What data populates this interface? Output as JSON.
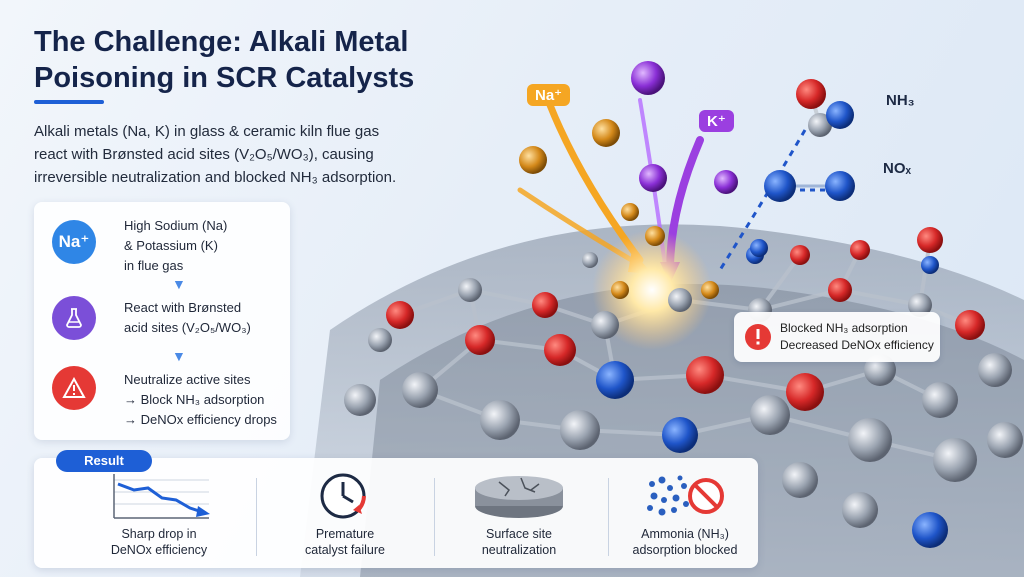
{
  "title": "The Challenge: Alkali Metal Poisoning in SCR Catalysts",
  "intro": "Alkali metals (Na, K) in glass & ceramic kiln flue gas react with Brønsted acid sites (V₂O₅/WO₃), causing irreversible neutralization and blocked NH₃ adsorption.",
  "steps": [
    {
      "icon_text": "Na⁺",
      "line1": "High Sodium (Na)",
      "line2": "& Potassium (K)",
      "line3": "in flue gas"
    },
    {
      "icon_name": "flask-icon",
      "line1": "React with Brønsted",
      "line2": "acid sites (V₂O₅/WO₃)"
    },
    {
      "icon_name": "warning-icon",
      "line1": "Neutralize active sites",
      "line2": "→ Block NH₃ adsorption",
      "line3": "→ DeNOx efficiency drops"
    }
  ],
  "result": {
    "tag": "Result",
    "items": [
      {
        "line1": "Sharp drop in",
        "line2": "DeNOx efficiency"
      },
      {
        "line1": "Premature",
        "line2": "catalyst failure"
      },
      {
        "line1": "Surface site",
        "line2": "neutralization"
      },
      {
        "line1": "Ammonia (NH₃)",
        "line2": "adsorption blocked"
      }
    ]
  },
  "illustration": {
    "na_badge": "Na⁺",
    "k_badge": "K⁺",
    "nh3_label": "NH₃",
    "nox_label": "NOₓ",
    "alert_line1": "Blocked NH₃ adsorption",
    "alert_line2": "Decreased DeNOx efficiency"
  },
  "colors": {
    "accent": "#1e5fd6",
    "na_badge": "#f5a623",
    "k_badge": "#9b3fe0",
    "warning": "#e53935"
  }
}
